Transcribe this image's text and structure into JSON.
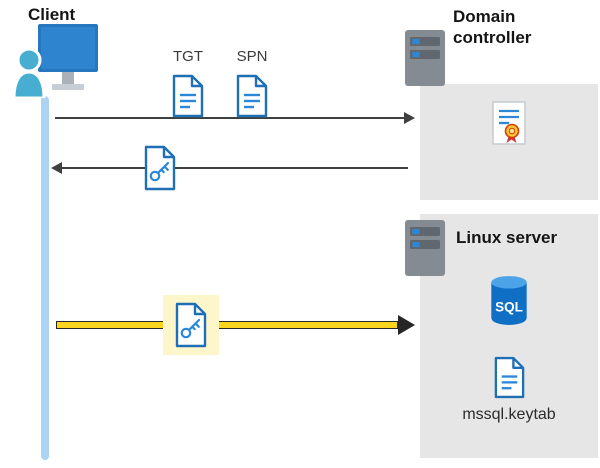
{
  "nodes": {
    "client": {
      "label": "Client"
    },
    "domain_controller": {
      "label": "Domain controller"
    },
    "linux_server": {
      "label": "Linux server"
    }
  },
  "tokens": {
    "tgt": "TGT",
    "spn": "SPN"
  },
  "files": {
    "keytab": "mssql.keytab"
  },
  "sql": {
    "label": "SQL"
  },
  "colors": {
    "accent_blue": "#2b88d8",
    "doc_outline_blue": "#1f6fb5",
    "lifeline_blue": "#aed3f2",
    "box_gray": "#e6e6e6",
    "arrow_gray": "#404040",
    "highlight_yellow": "#fdf6ca",
    "arrow_yellow": "#ffd41f",
    "sql_blue": "#0f6fc5",
    "seal_yellow": "#ffc83d",
    "seal_red": "#d13438",
    "monitor_blue": "#2677bd",
    "person_teal": "#47aed2",
    "server_gray": "#848b92"
  }
}
